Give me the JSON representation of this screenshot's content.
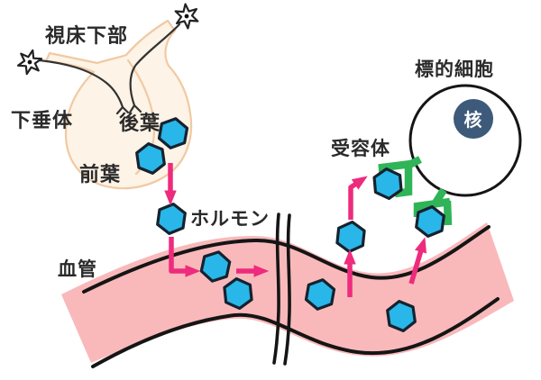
{
  "figure": {
    "description_labels": {
      "hypothalamus": "視床下部",
      "pituitary": "下垂体",
      "posterior_lobe": "後葉",
      "anterior_lobe": "前葉",
      "hormone": "ホルモン",
      "blood_vessel": "血管",
      "receptor": "受容体",
      "target_cell": "標的細胞",
      "nucleus": "核"
    },
    "counts": {
      "neuron_cells": 2,
      "hormone_hexagons": 10,
      "receptors": 2,
      "flow_arrows": 6
    }
  },
  "colors": {
    "hormone_fill": "#29b6e8",
    "hormone_stroke": "#16222e",
    "vessel_fill": "#f9b9bb",
    "outline_black": "#151515",
    "arrow_pink": "#ee2b7c",
    "receptor_green": "#2fb457",
    "nucleus_fill": "#3e5a7a",
    "nucleus_text": "#ffffff",
    "gland_fill": "#fdf3e7",
    "gland_stroke": "#f1c9a2",
    "axon_stroke": "#333333",
    "label_text": "#2a2a2a"
  }
}
